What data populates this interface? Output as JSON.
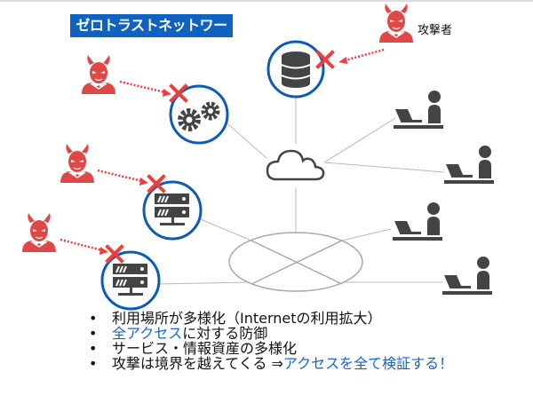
{
  "title": "ゼロトラストネットワーク",
  "attacker_label": "攻撃者",
  "colors": {
    "title_bg": "#0f62c0",
    "node_ring": "#0d5bb5",
    "attacker": "#e04848",
    "block_mark": "#f03c3c",
    "icon_dark": "#444444",
    "link_line": "#b8b8b8",
    "highlight_text": "#1565c8"
  },
  "nodes": {
    "database": {
      "icon": "database-icon",
      "blocked": true
    },
    "services": {
      "icon": "gears-icon",
      "blocked": true
    },
    "server_1": {
      "icon": "server-rack-icon",
      "blocked": true
    },
    "server_2": {
      "icon": "server-rack-icon",
      "blocked": true
    },
    "cloud": {
      "icon": "cloud-icon"
    },
    "network_hub": {
      "icon": "network-ellipse-icon"
    }
  },
  "attackers": [
    {
      "target": "database",
      "icon": "devil-icon"
    },
    {
      "target": "services",
      "icon": "devil-icon"
    },
    {
      "target": "server_1",
      "icon": "devil-icon"
    },
    {
      "target": "server_2",
      "icon": "devil-icon"
    }
  ],
  "users": [
    {
      "icon": "user-laptop-icon"
    },
    {
      "icon": "user-laptop-icon"
    },
    {
      "icon": "user-laptop-icon"
    },
    {
      "icon": "user-laptop-icon"
    }
  ],
  "bullets": [
    {
      "bullet": "•",
      "parts": [
        {
          "text": "利用場所が多様化（Internetの利用拡大）",
          "highlight": false
        }
      ]
    },
    {
      "bullet": "•",
      "parts": [
        {
          "text": "全アクセス",
          "highlight": true
        },
        {
          "text": "に対する防御",
          "highlight": false
        }
      ]
    },
    {
      "bullet": "•",
      "parts": [
        {
          "text": "サービス・情報資産の多様化",
          "highlight": false
        }
      ]
    },
    {
      "bullet": "•",
      "parts": [
        {
          "text": "攻撃は境界を越えてくる ⇒",
          "highlight": false
        },
        {
          "text": "アクセスを全て検証する！",
          "highlight": true
        }
      ]
    }
  ]
}
